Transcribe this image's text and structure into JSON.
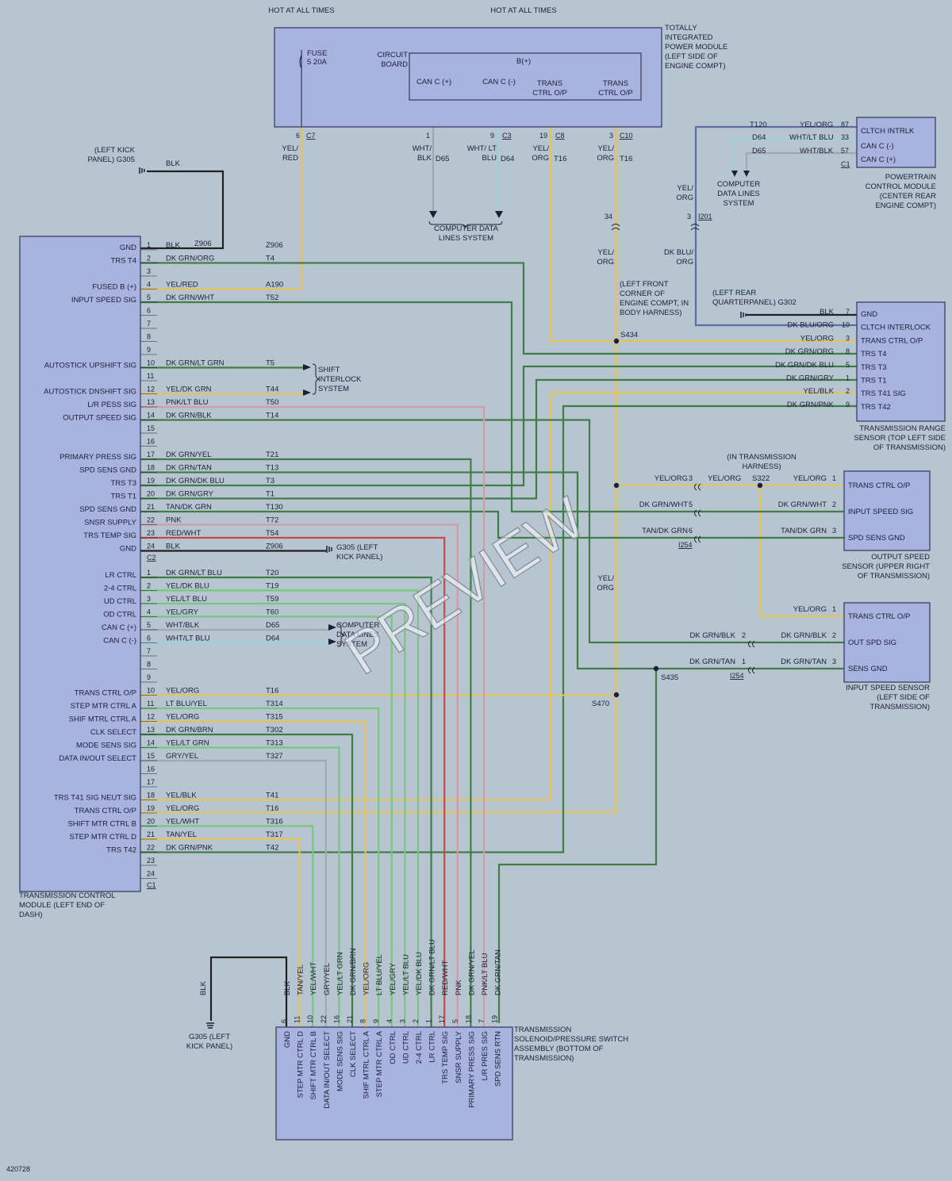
{
  "colors": {
    "background": "#b7c5d1",
    "module_fill": "#a8b3e0",
    "wire_yel_org": "#e3c35a",
    "wire_dk_grn": "#3f7f47",
    "wire_lt_grn": "#79c77f",
    "wire_blk": "#222222",
    "wire_lt_blu": "#9bd3dc",
    "wire_red": "#c94747",
    "wire_pnk": "#d39aa8",
    "wire_gry": "#a3a7ad",
    "wire_blu": "#5b6fa3"
  },
  "labels": {
    "hot_tipm_fuse": "HOT AT ALL TIMES",
    "hot_tipm_b": "HOT AT ALL TIMES",
    "tipm_title": "TOTALLY INTEGRATED POWER MODULE (LEFT SIDE OF ENGINE COMPT)",
    "fuse": "FUSE 5 20A",
    "circuit_board": "CIRCUIT BOARD",
    "b_plus": "B(+)",
    "tipm_can_c_plus": "CAN C (+)",
    "tipm_can_c_minus": "CAN C (-)",
    "tipm_trans_ctrl_op_1": "TRANS CTRL O/P",
    "tipm_trans_ctrl_op_2": "TRANS CTRL O/P",
    "c7": "C7",
    "c3": "C3",
    "c8": "C8",
    "c10": "C10",
    "w_yel_red": "YEL/ RED",
    "w_wht_blk": "WHT/ BLK",
    "d65": "D65",
    "w_wht_ltblu": "WHT/ LT BLU",
    "d64": "D64",
    "w_yel_org_1": "YEL/ ORG",
    "t16_1": "T16",
    "w_yel_org_2": "YEL/ ORG",
    "t16_2": "T16",
    "computer_data_lines_1": "COMPUTER DATA LINES SYSTEM",
    "left_kick_panel_top": "(LEFT KICK PANEL) G305",
    "blk_top": "BLK",
    "pcm_t120": "T120",
    "pcm_yel_org": "YEL/ORG",
    "pcm_87": "87",
    "pcm_d64": "D64",
    "pcm_wht_ltblu": "WHT/LT BLU",
    "pcm_33": "33",
    "pcm_d65": "D65",
    "pcm_wht_blk": "WHT/BLK",
    "pcm_57": "57",
    "pcm_c1": "C1",
    "pcm_clutch": "CLTCH INTRLK",
    "pcm_can_minus": "CAN C (-)",
    "pcm_can_plus": "CAN C (+)",
    "pcm_title": "POWERTRAIN CONTROL MODULE (CENTER REAR ENGINE COMPT)",
    "computer_data_lines_2": "COMPUTER DATA LINES SYSTEM",
    "w_yel_org_pcm": "YEL/ ORG",
    "pin34": "34",
    "pin3_i201": "3",
    "i201": "I201",
    "w_yel_org_s434": "YEL/ ORG",
    "w_dk_blu_org": "DK BLU/ ORG",
    "left_front_corner": "(LEFT FRONT CORNER OF ENGINE COMPT, IN BODY HARNESS)",
    "s434": "S434",
    "left_rear_qp": "(LEFT REAR QUARTERPANEL) G302",
    "tcm_title": "TRANSMISSION CONTROL MODULE (LEFT END OF DASH)",
    "c2": "C2",
    "c1_tcm": "C1",
    "z906_top": "Z906",
    "shift_interlock": "SHIFT INTERLOCK SYSTEM",
    "g305_mid": "G305 (LEFT KICK PANEL)",
    "computer_data_lines_3": "COMPUTER DATA LINES SYSTEM",
    "w_yel_org_mid": "YEL/ ORG",
    "s470": "S470",
    "s435": "S435",
    "in_trans_harness": "(IN TRANSMISSION HARNESS)",
    "s322": "S322",
    "i254_1": "I254",
    "i254_2": "I254",
    "trs_title": "TRANSMISSION RANGE SENSOR (TOP LEFT SIDE OF TRANSMISSION)",
    "oss_title": "OUTPUT SPEED SENSOR (UPPER RIGHT OF TRANSMISSION)",
    "iss_title": "INPUT SPEED SENSOR (LEFT SIDE OF TRANSMISSION)",
    "sol_title": "TRANSMISSION SOLENOID/PRESSURE SWITCH ASSEMBLY (BOTTOM OF TRANSMISSION)",
    "g305_bottom": "G305 (LEFT KICK PANEL)",
    "blk_bottom": "BLK",
    "figure_id": "420728",
    "watermark": "PREVIEW"
  },
  "tcm_c2": [
    {
      "pin": "1",
      "label": "GND",
      "wire": "BLK",
      "circuit": "Z906"
    },
    {
      "pin": "2",
      "label": "TRS T4",
      "wire": "DK GRN/ORG",
      "circuit": "T4"
    },
    {
      "pin": "3",
      "label": "",
      "wire": "",
      "circuit": ""
    },
    {
      "pin": "4",
      "label": "FUSED B (+)",
      "wire": "YEL/RED",
      "circuit": "A190"
    },
    {
      "pin": "5",
      "label": "INPUT SPEED SIG",
      "wire": "DK GRN/WHT",
      "circuit": "T52"
    },
    {
      "pin": "6",
      "label": "",
      "wire": "",
      "circuit": ""
    },
    {
      "pin": "7",
      "label": "",
      "wire": "",
      "circuit": ""
    },
    {
      "pin": "8",
      "label": "",
      "wire": "",
      "circuit": ""
    },
    {
      "pin": "9",
      "label": "",
      "wire": "",
      "circuit": ""
    },
    {
      "pin": "10",
      "label": "AUTOSTICK UPSHIFT SIG",
      "wire": "DK GRN/LT GRN",
      "circuit": "T5"
    },
    {
      "pin": "11",
      "label": "",
      "wire": "",
      "circuit": ""
    },
    {
      "pin": "12",
      "label": "AUTOSTICK DNSHIFT SIG",
      "wire": "YEL/DK GRN",
      "circuit": "T44"
    },
    {
      "pin": "13",
      "label": "L/R PESS SIG",
      "wire": "PNK/LT BLU",
      "circuit": "T50"
    },
    {
      "pin": "14",
      "label": "OUTPUT SPEED SIG",
      "wire": "DK GRN/BLK",
      "circuit": "T14"
    },
    {
      "pin": "15",
      "label": "",
      "wire": "",
      "circuit": ""
    },
    {
      "pin": "16",
      "label": "",
      "wire": "",
      "circuit": ""
    },
    {
      "pin": "17",
      "label": "PRIMARY PRESS SIG",
      "wire": "DK GRN/YEL",
      "circuit": "T21"
    },
    {
      "pin": "18",
      "label": "SPD SENS GND",
      "wire": "DK GRN/TAN",
      "circuit": "T13"
    },
    {
      "pin": "19",
      "label": "TRS T3",
      "wire": "DK GRN/DK BLU",
      "circuit": "T3"
    },
    {
      "pin": "20",
      "label": "TRS T1",
      "wire": "DK GRN/GRY",
      "circuit": "T1"
    },
    {
      "pin": "21",
      "label": "SPD SENS GND",
      "wire": "TAN/DK GRN",
      "circuit": "T130"
    },
    {
      "pin": "22",
      "label": "SNSR SUPPLY",
      "wire": "PNK",
      "circuit": "T72"
    },
    {
      "pin": "23",
      "label": "TRS TEMP SIG",
      "wire": "RED/WHT",
      "circuit": "T54"
    },
    {
      "pin": "24",
      "label": "GND",
      "wire": "BLK",
      "circuit": "Z906"
    }
  ],
  "tcm_c1": [
    {
      "pin": "1",
      "label": "LR CTRL",
      "wire": "DK GRN/LT BLU",
      "circuit": "T20"
    },
    {
      "pin": "2",
      "label": "2-4 CTRL",
      "wire": "YEL/DK BLU",
      "circuit": "T19"
    },
    {
      "pin": "3",
      "label": "UD CTRL",
      "wire": "YEL/LT BLU",
      "circuit": "T59"
    },
    {
      "pin": "4",
      "label": "OD CTRL",
      "wire": "YEL/GRY",
      "circuit": "T60"
    },
    {
      "pin": "5",
      "label": "CAN C (+)",
      "wire": "WHT/BLK",
      "circuit": "D65"
    },
    {
      "pin": "6",
      "label": "CAN C (-)",
      "wire": "WHT/LT BLU",
      "circuit": "D64"
    },
    {
      "pin": "7",
      "label": "",
      "wire": "",
      "circuit": ""
    },
    {
      "pin": "8",
      "label": "",
      "wire": "",
      "circuit": ""
    },
    {
      "pin": "9",
      "label": "",
      "wire": "",
      "circuit": ""
    },
    {
      "pin": "10",
      "label": "TRANS CTRL O/P",
      "wire": "YEL/ORG",
      "circuit": "T16"
    },
    {
      "pin": "11",
      "label": "STEP MTR CTRL A",
      "wire": "LT BLU/YEL",
      "circuit": "T314"
    },
    {
      "pin": "12",
      "label": "SHIF MTRL CTRL A",
      "wire": "YEL/ORG",
      "circuit": "T315"
    },
    {
      "pin": "13",
      "label": "CLK SELECT",
      "wire": "DK GRN/BRN",
      "circuit": "T302"
    },
    {
      "pin": "14",
      "label": "MODE SENS SIG",
      "wire": "YEL/LT GRN",
      "circuit": "T313"
    },
    {
      "pin": "15",
      "label": "DATA IN/OUT SELECT",
      "wire": "GRY/YEL",
      "circuit": "T327"
    },
    {
      "pin": "16",
      "label": "",
      "wire": "",
      "circuit": ""
    },
    {
      "pin": "17",
      "label": "",
      "wire": "",
      "circuit": ""
    },
    {
      "pin": "18",
      "label": "TRS T41 SIG NEUT SIG",
      "wire": "YEL/BLK",
      "circuit": "T41"
    },
    {
      "pin": "19",
      "label": "TRANS CTRL O/P",
      "wire": "YEL/ORG",
      "circuit": "T16"
    },
    {
      "pin": "20",
      "label": "SHIFT MTR CTRL B",
      "wire": "YEL/WHT",
      "circuit": "T316"
    },
    {
      "pin": "21",
      "label": "STEP MTR CTRL D",
      "wire": "TAN/YEL",
      "circuit": "T317"
    },
    {
      "pin": "22",
      "label": "TRS T42",
      "wire": "DK GRN/PNK",
      "circuit": "T42"
    },
    {
      "pin": "23",
      "label": "",
      "wire": "",
      "circuit": ""
    },
    {
      "pin": "24",
      "label": "",
      "wire": "",
      "circuit": ""
    }
  ],
  "trs": [
    {
      "pin": "7",
      "label": "GND",
      "wire": "BLK"
    },
    {
      "pin": "10",
      "label": "CLTCH INTERLOCK",
      "wire": "DK BLU/ORG"
    },
    {
      "pin": "3",
      "label": "TRANS CTRL O/P",
      "wire": "YEL/ORG"
    },
    {
      "pin": "8",
      "label": "TRS T4",
      "wire": "DK GRN/ORG"
    },
    {
      "pin": "5",
      "label": "TRS T3",
      "wire": "DK GRN/DK BLU"
    },
    {
      "pin": "1",
      "label": "TRS T1",
      "wire": "DK GRN/GRY"
    },
    {
      "pin": "2",
      "label": "TRS T41 SIG",
      "wire": "YEL/BLK"
    },
    {
      "pin": "9",
      "label": "TRS T42",
      "wire": "DK GRN/PNK"
    }
  ],
  "oss": [
    {
      "pin": "1",
      "label": "TRANS CTRL O/P",
      "wire": "YEL/ORG",
      "harness_pin": "3",
      "harness_wire": "YEL/ORG",
      "mid_wire": "YEL/ORG"
    },
    {
      "pin": "2",
      "label": "INPUT SPEED SIG",
      "wire": "DK GRN/WHT",
      "harness_pin": "5",
      "harness_wire": "DK GRN/WHT",
      "mid_wire": ""
    },
    {
      "pin": "3",
      "label": "SPD SENS GND",
      "wire": "TAN/DK GRN",
      "harness_pin": "6",
      "harness_wire": "TAN/DK GRN",
      "mid_wire": ""
    }
  ],
  "iss": [
    {
      "pin": "1",
      "label": "TRANS CTRL O/P",
      "wire": "YEL/ORG",
      "harness_pin": "",
      "harness_wire": ""
    },
    {
      "pin": "2",
      "label": "OUT SPD SIG",
      "wire": "DK GRN/BLK",
      "harness_pin": "2",
      "harness_wire": "DK GRN/BLK"
    },
    {
      "pin": "3",
      "label": "SENS GND",
      "wire": "DK GRN/TAN",
      "harness_pin": "1",
      "harness_wire": "DK GRN/TAN"
    }
  ],
  "solenoid": [
    {
      "pin": "6",
      "label": "GND",
      "wire": "BLK"
    },
    {
      "pin": "11",
      "label": "STEP MTR CTRL D",
      "wire": "TAN/YEL"
    },
    {
      "pin": "10",
      "label": "SHIFT MTR CTRL B",
      "wire": "YEL/WHT"
    },
    {
      "pin": "22",
      "label": "DATA IN/OUT SELECT",
      "wire": "GRY/YEL"
    },
    {
      "pin": "16",
      "label": "MODE SENS SIG",
      "wire": "YEL/LT GRN"
    },
    {
      "pin": "21",
      "label": "CLK SELECT",
      "wire": "DK GRN/BRN"
    },
    {
      "pin": "8",
      "label": "SHIF MTRL CTRL A",
      "wire": "YEL/ORG"
    },
    {
      "pin": "9",
      "label": "STEP MTR CTRL A",
      "wire": "LT BLU/YEL"
    },
    {
      "pin": "4",
      "label": "OD CTRL",
      "wire": "YEL/GRY"
    },
    {
      "pin": "3",
      "label": "UD CTRL",
      "wire": "YEL/LT BLU"
    },
    {
      "pin": "2",
      "label": "2-4 CTRL",
      "wire": "YEL/DK BLU"
    },
    {
      "pin": "1",
      "label": "LR CTRL",
      "wire": "DK GRN/LT BLU"
    },
    {
      "pin": "17",
      "label": "TRS TEMP SIG",
      "wire": "RED/WHT"
    },
    {
      "pin": "5",
      "label": "SNSR SUPPLY",
      "wire": "PNK"
    },
    {
      "pin": "18",
      "label": "PRIMARY PRESS SIG",
      "wire": "DK GRN/YEL"
    },
    {
      "pin": "7",
      "label": "L/R PRES SIG",
      "wire": "PNK/LT BLU"
    },
    {
      "pin": "19",
      "label": "SPD SENS RTN",
      "wire": "DK GRN/TAN"
    }
  ]
}
